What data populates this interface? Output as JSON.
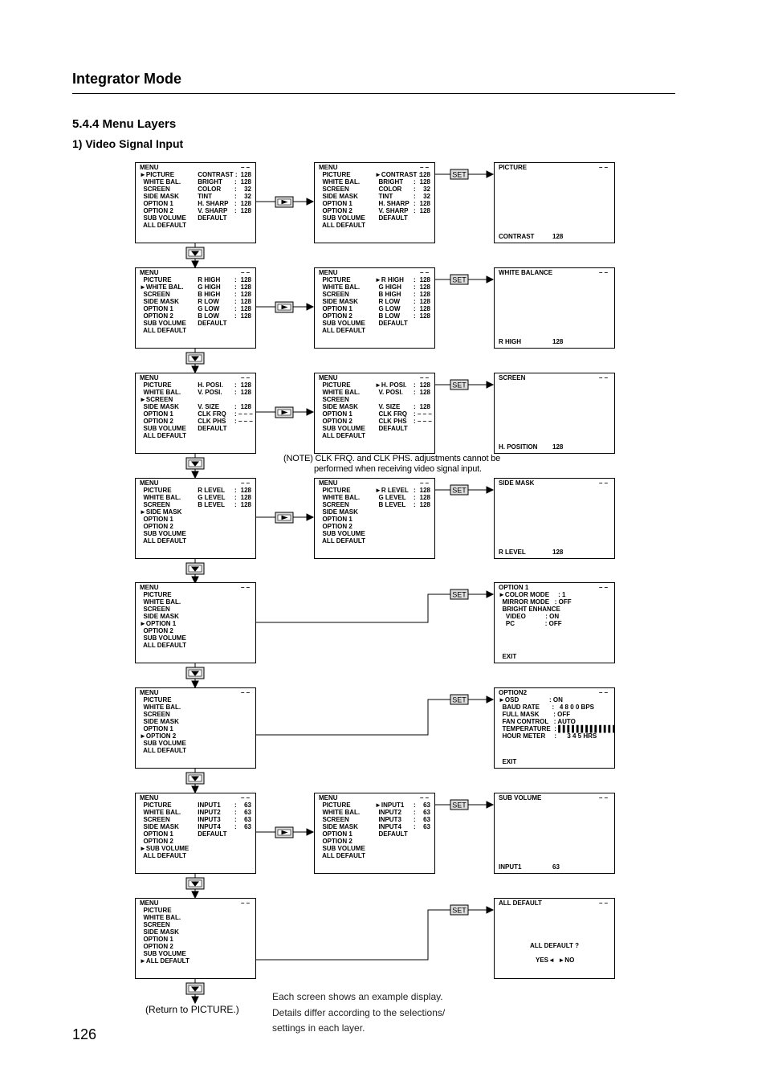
{
  "header": {
    "title": "Integrator Mode",
    "section": "5.4.4 Menu Layers",
    "subsection": "1) Video Signal Input"
  },
  "page_number": "126",
  "buttons": {
    "set": "SET"
  },
  "dash": "– –",
  "note": [
    "(NOTE)  CLK FRQ.  and CLK PHS. adjustments cannot be",
    "performed when receiving video signal input."
  ],
  "return_label": "(Return to PICTURE.)",
  "caption": [
    "Each screen shows an example display.",
    "Details  differ  according  to  the  selections/",
    "settings in each layer."
  ],
  "menus": [
    {
      "left": "MENU\n►PICTURE\n  WHITE BAL.\n  SCREEN\n  SIDE MASK\n  OPTION 1\n  OPTION 2\n  SUB VOLUME\n  ALL DEFAULT",
      "mid": "\n CONTRAST :\n BRIGHT\n COLOR\n TINT\n H. SHARP\n V. SHARP\n DEFAULT",
      "colon": "\n\n:\n:\n:\n:\n:",
      "val": "\n128\n128\n 32\n 32\n128\n128"
    },
    {
      "left": "MENU\n  PICTURE\n►WHITE BAL.\n  SCREEN\n  SIDE MASK\n  OPTION 1\n  OPTION 2\n  SUB VOLUME\n  ALL DEFAULT",
      "mid": "\n R HIGH\n G HIGH\n B HIGH\n R LOW\n G LOW\n B LOW\n DEFAULT",
      "colon": "\n:\n:\n:\n:\n:\n:",
      "val": "\n128\n128\n128\n128\n128\n128"
    },
    {
      "left": "MENU\n  PICTURE\n  WHITE BAL.\n►SCREEN\n  SIDE MASK\n  OPTION 1\n  OPTION 2\n  SUB VOLUME\n  ALL DEFAULT",
      "mid": "\n H. POSI.\n V. POSI.\n\n V. SIZE\n CLK FRQ\n CLK PHS\n DEFAULT",
      "colon": "\n:\n:\n\n:\n:\n:",
      "val": "\n128\n128\n\n128\n– – –\n– – –"
    },
    {
      "left": "MENU\n  PICTURE\n  WHITE BAL.\n  SCREEN\n►SIDE MASK\n  OPTION 1\n  OPTION 2\n  SUB VOLUME\n  ALL DEFAULT",
      "mid": "\n R LEVEL\n G LEVEL\n B LEVEL",
      "colon": "\n:\n:\n:",
      "val": "\n128\n128\n128"
    },
    {
      "left": "MENU\n  PICTURE\n  WHITE BAL.\n  SCREEN\n  SIDE MASK\n►OPTION 1\n  OPTION 2\n  SUB VOLUME\n  ALL DEFAULT",
      "mid": "",
      "colon": "",
      "val": ""
    },
    {
      "left": "MENU\n  PICTURE\n  WHITE BAL.\n  SCREEN\n  SIDE MASK\n  OPTION 1\n►OPTION 2\n  SUB VOLUME\n  ALL DEFAULT",
      "mid": "",
      "colon": "",
      "val": ""
    },
    {
      "left": "MENU\n  PICTURE\n  WHITE BAL.\n  SCREEN\n  SIDE MASK\n  OPTION 1\n  OPTION 2\n►SUB VOLUME\n  ALL DEFAULT",
      "mid": "\n INPUT1\n INPUT2\n INPUT3\n INPUT4\n DEFAULT",
      "colon": "\n:\n:\n:\n:",
      "val": "\n63\n63\n63\n63"
    },
    {
      "left": "MENU\n  PICTURE\n  WHITE BAL.\n  SCREEN\n  SIDE MASK\n  OPTION 1\n  OPTION 2\n  SUB VOLUME\n►ALL DEFAULT",
      "mid": "",
      "colon": "",
      "val": ""
    }
  ],
  "menus_selected": [
    {
      "left": "MENU\n  PICTURE\n  WHITE BAL.\n  SCREEN\n  SIDE MASK\n  OPTION 1\n  OPTION 2\n  SUB VOLUME\n  ALL DEFAULT",
      "mid": "\n►CONTRAST :\n  BRIGHT\n  COLOR\n  TINT\n  H. SHARP\n  V. SHARP\n  DEFAULT",
      "colon": "\n\n:\n:\n:\n:\n:",
      "val": "\n128\n128\n 32\n 32\n128\n128"
    },
    {
      "left": "MENU\n  PICTURE\n  WHITE BAL.\n  SCREEN\n  SIDE MASK\n  OPTION 1\n  OPTION 2\n  SUB VOLUME\n  ALL DEFAULT",
      "mid": "\n►R HIGH\n  G HIGH\n  B HIGH\n  R LOW\n  G LOW\n  B LOW\n  DEFAULT",
      "colon": "\n:\n:\n:\n:\n:\n:",
      "val": "\n128\n128\n128\n128\n128\n128"
    },
    {
      "left": "MENU\n  PICTURE\n  WHITE BAL.\n  SCREEN\n  SIDE MASK\n  OPTION 1\n  OPTION 2\n  SUB VOLUME\n  ALL DEFAULT",
      "mid": "\n►H. POSI.\n  V. POSI.\n\n  V. SIZE\n  CLK FRQ\n  CLK PHS\n  DEFAULT",
      "colon": "\n:\n:\n\n:\n:\n:",
      "val": "\n128\n128\n\n128\n– – –\n– – –"
    },
    {
      "left": "MENU\n  PICTURE\n  WHITE BAL.\n  SCREEN\n  SIDE MASK\n  OPTION 1\n  OPTION 2\n  SUB VOLUME\n  ALL DEFAULT",
      "mid": "\n►R LEVEL\n  G LEVEL\n  B LEVEL",
      "colon": "\n:\n:\n:",
      "val": "\n128\n128\n128"
    },
    {
      "left": "MENU\n  PICTURE\n  WHITE BAL.\n  SCREEN\n  SIDE MASK\n  OPTION 1\n  OPTION 2\n  SUB VOLUME\n  ALL DEFAULT",
      "mid": "\n►INPUT1\n  INPUT2\n  INPUT3\n  INPUT4\n  DEFAULT",
      "colon": "\n:\n:\n:\n:",
      "val": "\n63\n63\n63\n63"
    }
  ],
  "results": [
    {
      "title": "PICTURE",
      "body": "",
      "footer_label": "CONTRAST",
      "footer_value": "128"
    },
    {
      "title": "WHITE BALANCE",
      "body": "",
      "footer_label": "R HIGH",
      "footer_value": "128"
    },
    {
      "title": "SCREEN",
      "body": "",
      "footer_label": "H. POSITION",
      "footer_value": "128"
    },
    {
      "title": "SIDE MASK",
      "body": "",
      "footer_label": "R LEVEL",
      "footer_value": "128"
    },
    {
      "title": "OPTION 1",
      "body": "►COLOR MODE     : 1\n  MIRROR MODE   : OFF\n  BRIGHT ENHANCE\n    VIDEO           : ON\n    PC                 : OFF",
      "footer_label": "  EXIT",
      "footer_value": ""
    },
    {
      "title": "OPTION2",
      "body": "►OSD                 : ON\n  BAUD RATE       :   4 8 0 0 BPS\n  FULL MASK        : OFF\n  FAN CONTROL   : AUTO\n  TEMPERATURE  : ▌▌▌▌▌▌▌▌▌▌▌▌▌\n  HOUR METER     :      3 4 5 HRS",
      "footer_label": "  EXIT",
      "footer_value": ""
    },
    {
      "title": "SUB VOLUME",
      "body": "",
      "footer_label": "INPUT1",
      "footer_value": "63"
    },
    {
      "title": "ALL DEFAULT",
      "body": "",
      "footer_label": "ALL DEFAULT ?",
      "footer_value": "YES◄  ►NO"
    }
  ]
}
